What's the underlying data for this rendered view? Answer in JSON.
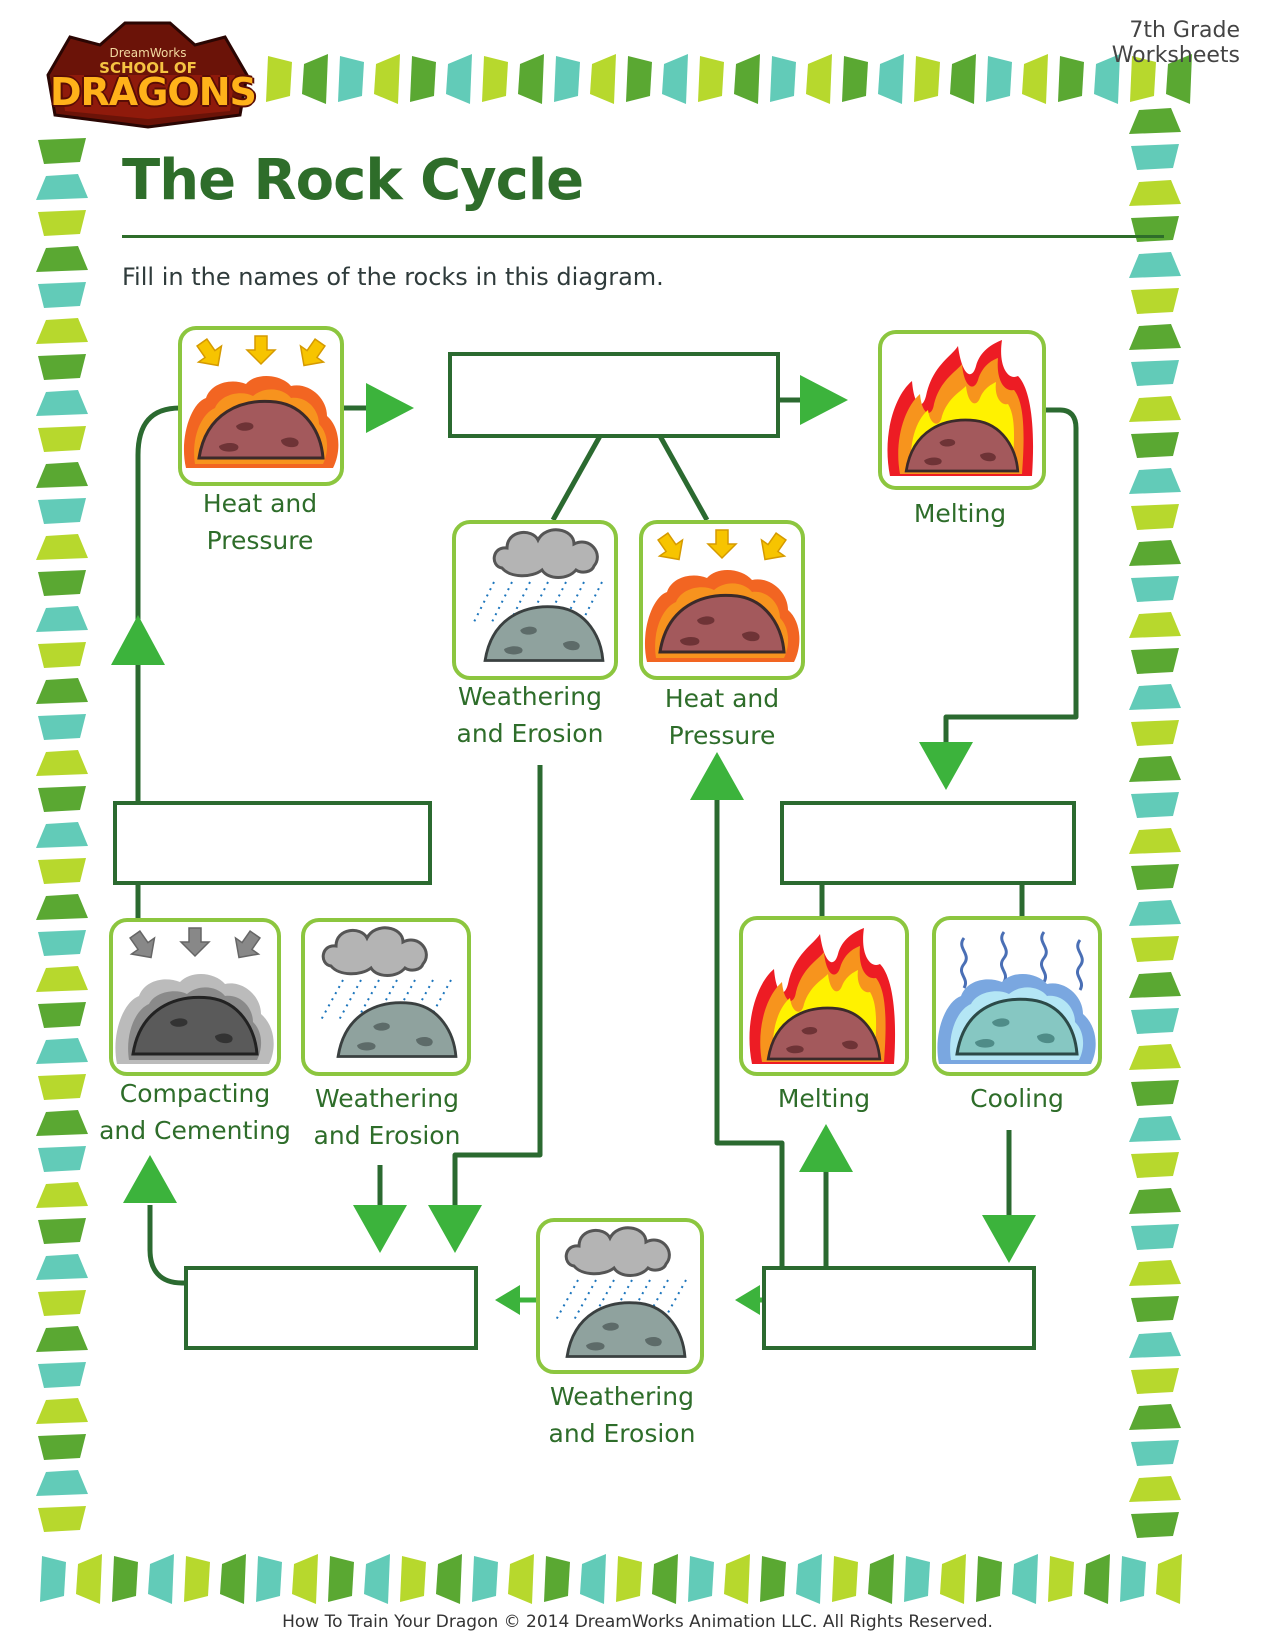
{
  "header": {
    "grade_label": "7th Grade Worksheets",
    "logo": {
      "top_text": "DreamWorks",
      "school_text": "SCHOOL OF",
      "brand_text": "DRAGONS"
    }
  },
  "worksheet": {
    "title": "The Rock Cycle",
    "instructions": "Fill in the names of the rocks in this diagram."
  },
  "process_labels": {
    "heat_pressure_top": "Heat and\nPressure",
    "melting_top": "Melting",
    "weathering_center": "Weathering\nand Erosion",
    "heat_pressure_center": "Heat and\nPressure",
    "compacting": "Compacting\nand Cementing",
    "weathering_left": "Weathering\nand Erosion",
    "melting_right": "Melting",
    "cooling": "Cooling",
    "weathering_bottom": "Weathering\nand Erosion"
  },
  "answer_boxes": {
    "top": "",
    "left": "",
    "right": "",
    "bottom_left": "",
    "bottom_right": ""
  },
  "colors": {
    "title_green": "#2e6d2a",
    "line_green": "#2b6a30",
    "arrow_green": "#3cb33c",
    "icon_border": "#8cc63f",
    "border_lime": "#b7d82d",
    "border_green": "#5aa832",
    "border_teal": "#62cbb8"
  },
  "icons": [
    "heat-pressure-icon",
    "melting-icon",
    "weathering-icon",
    "compacting-icon",
    "cooling-icon"
  ],
  "footer": {
    "copyright": "How To Train Your Dragon © 2014 DreamWorks Animation LLC. All Rights Reserved."
  }
}
